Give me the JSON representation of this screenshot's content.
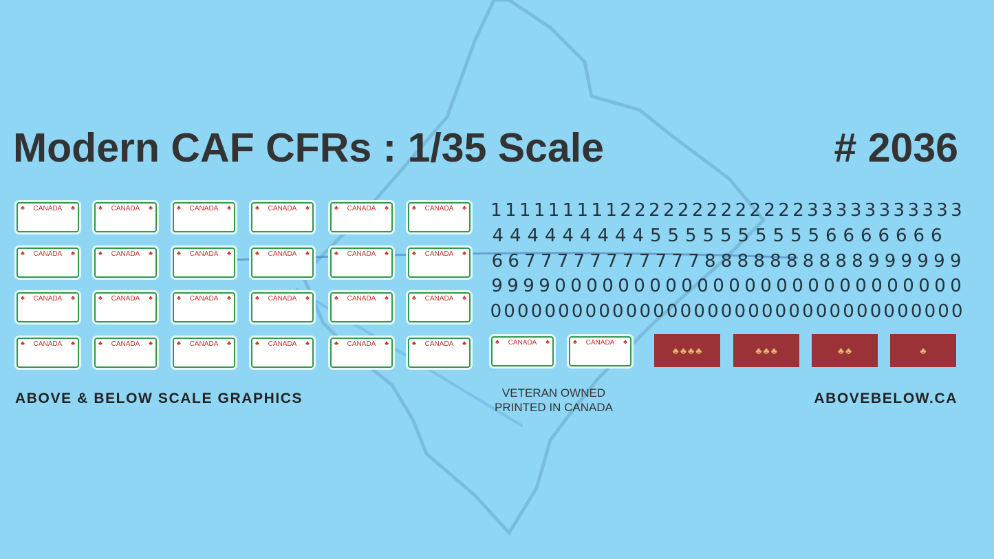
{
  "header": {
    "title": "Modern CAF CFRs : 1/35 Scale",
    "product_code": "# 2036"
  },
  "plates": {
    "label": "CANADA",
    "leaf_glyph": "♣",
    "count": 26
  },
  "digit_rows": [
    "111111111222222222222233333333333",
    "44444444455555555556666666",
    "66777777777778888888888999999",
    "999900000000000000000000000000",
    "00000000000000000000000000000000000"
  ],
  "rank_badges": [
    {
      "leaves": 4
    },
    {
      "leaves": 3
    },
    {
      "leaves": 2
    },
    {
      "leaves": 1
    }
  ],
  "footer": {
    "brand": "ABOVE & BELOW SCALE GRAPHICS",
    "veteran_line1": "VETERAN OWNED",
    "veteran_line2": "PRINTED IN CANADA",
    "website": "ABOVEBELOW.CA"
  },
  "colors": {
    "background": "#8fd6f5",
    "plate_border": "#2e9a4a",
    "plate_text": "#c4302b",
    "rank_bg": "#9b3238",
    "rank_leaf": "#e2b76c"
  }
}
